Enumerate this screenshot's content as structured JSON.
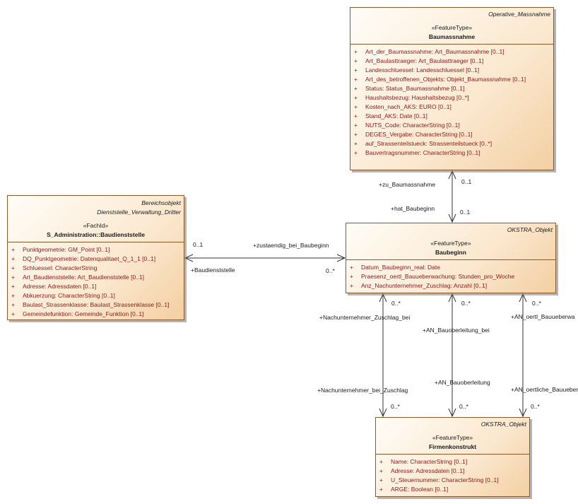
{
  "classes": {
    "baumassnahme": {
      "package": "Operative_Massnahme",
      "stereotype": "«FeatureType»",
      "name": "Baumassnahme",
      "attributes": [
        "Art_der_Baumassnahme: Art_Baumassnahme [0..1]",
        "Art_Baulasttraeger: Art_Baulasttraeger [0..1]",
        "Landesschluessel: Landesschluessel [0..1]",
        "Art_des_betroffenen_Objekts: Objekt_Baumassnahme [0..1]",
        "Status: Status_Baumassnahme [0..1]",
        "Haushaltsbezug: Haushaltsbezug [0..*]",
        "Kosten_nach_AKS: EURO [0..1]",
        "Stand_AKS: Date [0..1]",
        "NUTS_Code: CharacterString [0..1]",
        "DEGES_Vergabe: CharacterString [0..1]",
        "auf_Strassenteilstueck: Strassenteilstueck [0..*]",
        "Bauvertragsnummer: CharacterString [0..1]"
      ]
    },
    "baudienststelle": {
      "package": "Bereichsobjekt",
      "package2": "Dienststelle_Verwaltung_Dritter",
      "stereotype": "«FachId»",
      "name": "S_Administration::Baudienststelle",
      "attributes": [
        "Punktgeometrie: GM_Point [0..1]",
        "DQ_Punktgeometrie: Datenqualitaet_Q_1_1 [0..1]",
        "Schluessel: CharacterString",
        "Art_Baudienststelle: Art_Baudienststelle [0..1]",
        "Adresse: Adressdaten [0..1]",
        "Abkuerzung: CharacterString [0..1]",
        "Baulast_Strassenklasse: Baulast_Strassenklasse [0..1]",
        "Gemeindefunktion: Gemeinde_Funktion [0..1]"
      ]
    },
    "baubeginn": {
      "package": "OKSTRA_Objekt",
      "stereotype": "«FeatureType»",
      "name": "Baubeginn",
      "attributes": [
        "Datum_Baubeginn_real: Date",
        "Praesenz_oertl_Bauueberwachung: Stunden_pro_Woche",
        "Anz_Nachunternehmer_Zuschlag: Anzahl [0..1]"
      ]
    },
    "firmenkonstrukt": {
      "package": "OKSTRA_Objekt",
      "stereotype": "«FeatureType»",
      "name": "Firmenkonstrukt",
      "attributes": [
        "Name: CharacterString [0..1]",
        "Adresse: Adressdaten [0..1]",
        "U_Steuernummer: CharacterString [0..1]",
        "ARGE: Boolean [0..1]"
      ]
    }
  },
  "visibility_marker": "+",
  "associations": {
    "zu_baumassnahme": {
      "role": "+zu_Baumassnahme",
      "mult": "0..1"
    },
    "hat_baubeginn": {
      "role": "+hat_Baubeginn",
      "mult": "0..1"
    },
    "zustaendig_bei_baubeginn": {
      "role": "+zustaendig_bei_Baubeginn",
      "mult": "0..*"
    },
    "baudienststelle": {
      "role": "+Baudienststelle",
      "mult": "0..1"
    },
    "nachunternehmer_zuschlag_bei": {
      "role": "+Nachunternehmer_Zuschlag_bei",
      "mult": "0..*"
    },
    "nachunternehmer_bei_zuschlag": {
      "role": "+Nachunternehmer_bei_Zuschlag",
      "mult": "0..*"
    },
    "an_bauoberleitung_bei": {
      "role": "+AN_Bauoberleitung_bei",
      "mult": "0..*"
    },
    "an_bauoberleitung": {
      "role": "+AN_Bauoberleitung",
      "mult": "0..*"
    },
    "an_oertl_bauueberwa": {
      "role": "+AN_oertl_Bauueberwa",
      "mult": "0..*"
    },
    "an_oertliche_bauueber": {
      "role": "+AN_oertliche_Bauueber",
      "mult": "0..*"
    }
  },
  "colors": {
    "class_border": "#8a5a2b",
    "class_fill_light": "#fffdf8",
    "class_fill_dark": "#f3cfa2",
    "attribute_text": "#8b1a1a",
    "line": "#333333"
  }
}
